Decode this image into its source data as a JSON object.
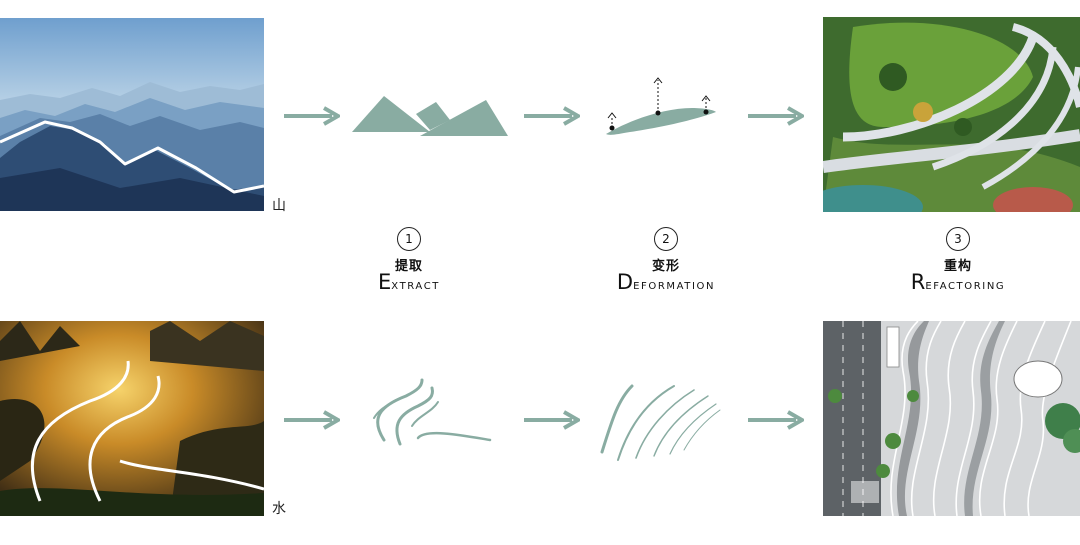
{
  "colors": {
    "accent": "#89ACA2",
    "text": "#222222"
  },
  "row_labels": {
    "mountain": "山",
    "water": "水"
  },
  "steps": [
    {
      "num": "1",
      "cn": "提取",
      "initial": "E",
      "rest": "XTRACT"
    },
    {
      "num": "2",
      "cn": "变形",
      "initial": "D",
      "rest": "EFORMATION"
    },
    {
      "num": "3",
      "cn": "重构",
      "initial": "R",
      "rest": "EFACTORING"
    }
  ],
  "icons": [
    "arrow-right-icon",
    "arrow-up-dashed-icon"
  ]
}
